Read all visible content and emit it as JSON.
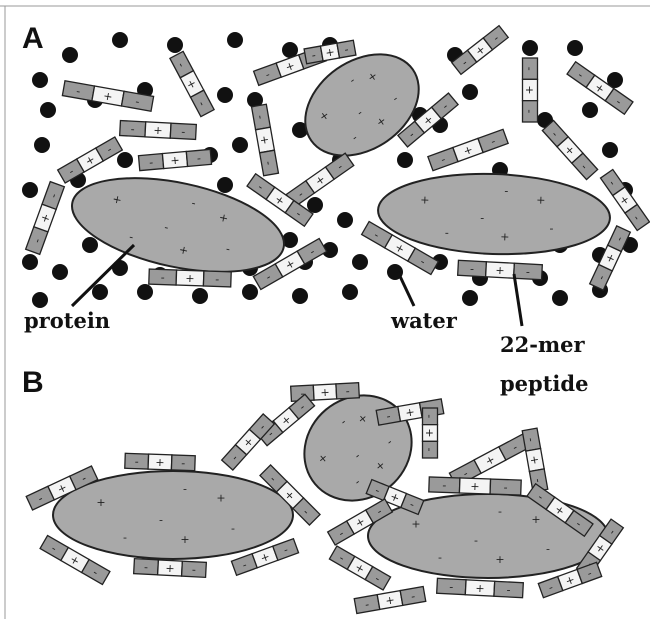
{
  "panels": {
    "a": {
      "label": "A"
    },
    "b": {
      "label": "B"
    }
  },
  "labels": {
    "protein": "protein",
    "water": "water",
    "peptide_line1": "22-mer",
    "peptide_line2": "peptide"
  },
  "signs": {
    "plus": "+",
    "minus": "-"
  },
  "colors": {
    "protein_fill": "#a9a9a9",
    "peptide_dark": "#9a9a9a",
    "peptide_light": "#f4f4f4",
    "water": "#111111",
    "outline": "#222222"
  }
}
